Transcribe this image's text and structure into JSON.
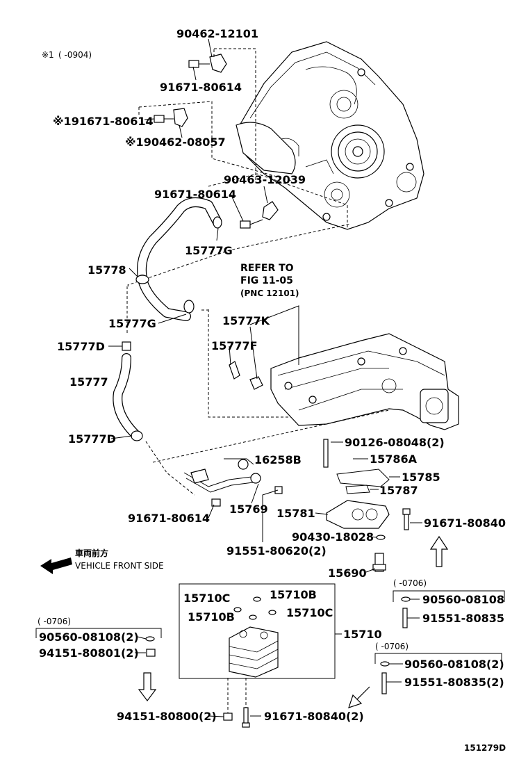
{
  "footnote": {
    "mark": "※1",
    "range": "(     -0904)"
  },
  "labels": {
    "p90462_12101": "90462-12101",
    "p91671_80614_a": "91671-80614",
    "p91671_80614_b": "※191671-80614",
    "p90462_08057": "※190462-08057",
    "p90463_12039": "90463-12039",
    "p91671_80614_c": "91671-80614",
    "p15777G_a": "15777G",
    "p15778": "15778",
    "p15777G_b": "15777G",
    "p15777K": "15777K",
    "p15777F": "15777F",
    "p15777D_a": "15777D",
    "p15777": "15777",
    "p15777D_b": "15777D",
    "p90126_08048": "90126-08048(2)",
    "p16258B": "16258B",
    "p15786A": "15786A",
    "p15785": "15785",
    "p15787": "15787",
    "p91671_80614_d": "91671-80614",
    "p15769": "15769",
    "p15781": "15781",
    "p91671_80840_a": "91671-80840",
    "p90430_18028": "90430-18028",
    "p91551_80620": "91551-80620(2)",
    "p15690": "15690",
    "p15710C_a": "15710C",
    "p15710B_a": "15710B",
    "p15710B_b": "15710B",
    "p15710C_b": "15710C",
    "p15710": "15710",
    "p90560_08108_r": "90560-08108",
    "p91551_80835_r": "91551-80835",
    "p90560_08108_l": "90560-08108(2)",
    "p94151_80801": "94151-80801(2)",
    "p90560_08108_r2": "90560-08108(2)",
    "p91551_80835_r2": "91551-80835(2)",
    "p94151_80800": "94151-80800(2)",
    "p91671_80840_b": "91671-80840(2)"
  },
  "refer": {
    "line1": "REFER TO",
    "line2": "FIG 11-05",
    "line3": "(PNC 12101)"
  },
  "ranges": {
    "r0706_a": "(     -0706)",
    "r0706_b": "(     -0706)",
    "r0706_c": "(     -0706)"
  },
  "direction": {
    "jp": "車両前方",
    "en": "VEHICLE FRONT SIDE"
  },
  "illustration_id": "151279D"
}
